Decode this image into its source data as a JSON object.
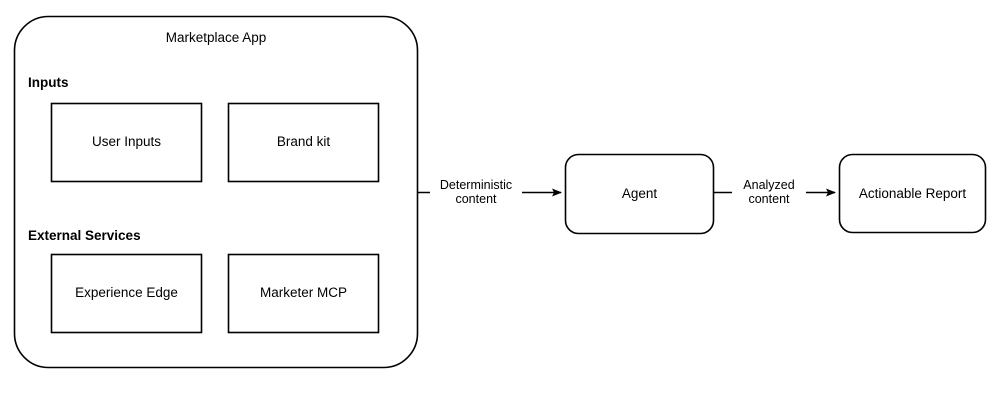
{
  "diagram": {
    "title": "Marketplace App",
    "background_color": "#ffffff",
    "stroke_color": "#000000",
    "text_color": "#000000",
    "container": {
      "label": "Marketplace App",
      "shape": "rounded-rectangle",
      "sections": [
        {
          "heading": "Inputs",
          "nodes": [
            {
              "label": "User Inputs",
              "shape": "rectangle"
            },
            {
              "label": "Brand kit",
              "shape": "rectangle"
            }
          ]
        },
        {
          "heading": "External Services",
          "nodes": [
            {
              "label": "Experience Edge",
              "shape": "rectangle"
            },
            {
              "label": "Marketer MCP",
              "shape": "rectangle"
            }
          ]
        }
      ]
    },
    "nodes": [
      {
        "label": "Agent",
        "shape": "rounded-rectangle"
      },
      {
        "label": "Actionable Report",
        "shape": "rounded-rectangle"
      }
    ],
    "edges": [
      {
        "from": "Marketplace App",
        "to": "Agent",
        "label_line1": "Deterministic",
        "label_line2": "content",
        "arrowhead": "filled-triangle"
      },
      {
        "from": "Agent",
        "to": "Actionable Report",
        "label_line1": "Analyzed",
        "label_line2": "content",
        "arrowhead": "filled-triangle"
      }
    ]
  }
}
